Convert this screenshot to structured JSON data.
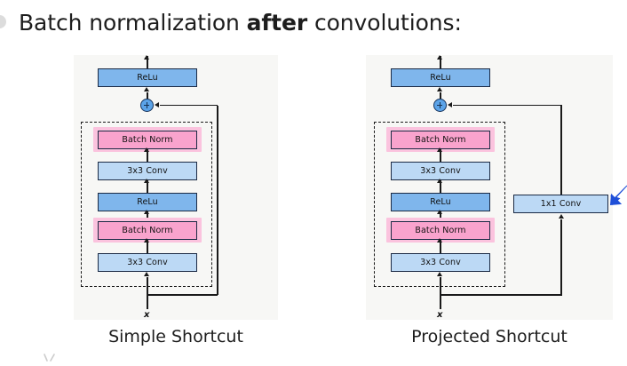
{
  "slide": {
    "title_prefix": "Batch normalization ",
    "title_emphasis": "after",
    "title_suffix": " convolutions:",
    "bullet_icon": "bullet-circle-icon"
  },
  "colors": {
    "relu_fill": "#7fb6ec",
    "conv_fill": "#bcd9f5",
    "batchnorm_fill": "#f9a3cd",
    "batchnorm_halo": "#fbc3de",
    "node_fill": "#5ba3e8",
    "stroke": "#1a1a1a",
    "panel_bg": "#f7f7f5",
    "pointer_arrow": "#1f4fd8"
  },
  "diagrams": [
    {
      "id": "simple-shortcut",
      "caption": "Simple Shortcut",
      "input_label": "x",
      "output_node": "+",
      "blocks": [
        {
          "label": "ReLu",
          "type": "relu"
        },
        {
          "label": "Batch Norm",
          "type": "bnorm"
        },
        {
          "label": "3x3 Conv",
          "type": "conv"
        },
        {
          "label": "ReLu",
          "type": "relu"
        },
        {
          "label": "Batch Norm",
          "type": "bnorm"
        },
        {
          "label": "3x3 Conv",
          "type": "conv"
        }
      ],
      "shortcut_blocks": []
    },
    {
      "id": "projected-shortcut",
      "caption": "Projected Shortcut",
      "input_label": "x",
      "output_node": "+",
      "blocks": [
        {
          "label": "ReLu",
          "type": "relu"
        },
        {
          "label": "Batch Norm",
          "type": "bnorm"
        },
        {
          "label": "3x3 Conv",
          "type": "conv"
        },
        {
          "label": "ReLu",
          "type": "relu"
        },
        {
          "label": "Batch Norm",
          "type": "bnorm"
        },
        {
          "label": "3x3 Conv",
          "type": "conv"
        }
      ],
      "shortcut_blocks": [
        {
          "label": "1x1 Conv",
          "type": "conv"
        }
      ]
    }
  ]
}
